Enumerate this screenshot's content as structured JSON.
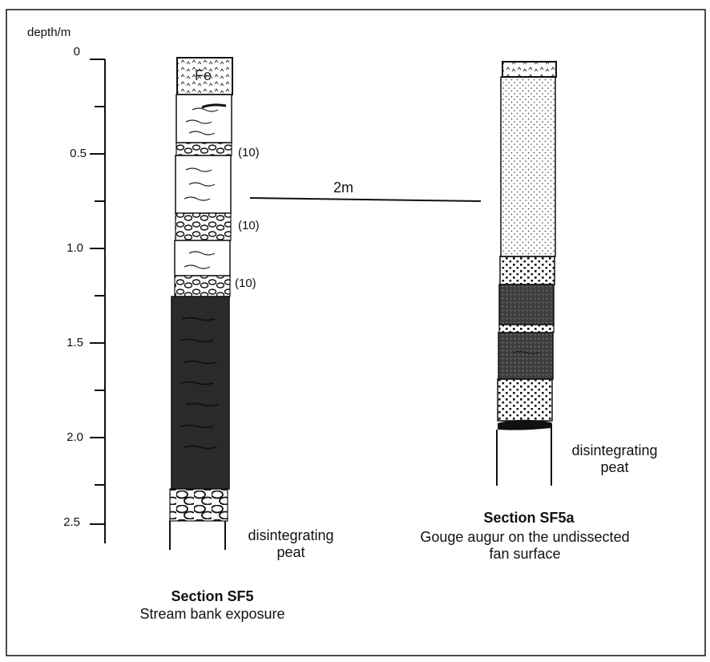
{
  "axis": {
    "label": "depth/m",
    "ticks": [
      "0",
      "0.5",
      "1.0",
      "1.5",
      "2.0",
      "2.5"
    ]
  },
  "sections": {
    "sf5": {
      "title": "Section SF5",
      "subtitle": "Stream bank exposure",
      "unit_label": "Fe",
      "annotations": [
        "(10)",
        "(10)",
        "(10)"
      ],
      "base_label": [
        "disintegrating",
        "peat"
      ]
    },
    "sf5a": {
      "title": "Section SF5a",
      "subtitle": [
        "Gouge augur on the undissected",
        "fan surface"
      ],
      "base_label": [
        "disintegrating",
        "peat"
      ]
    }
  },
  "connector": {
    "label": "2m"
  }
}
